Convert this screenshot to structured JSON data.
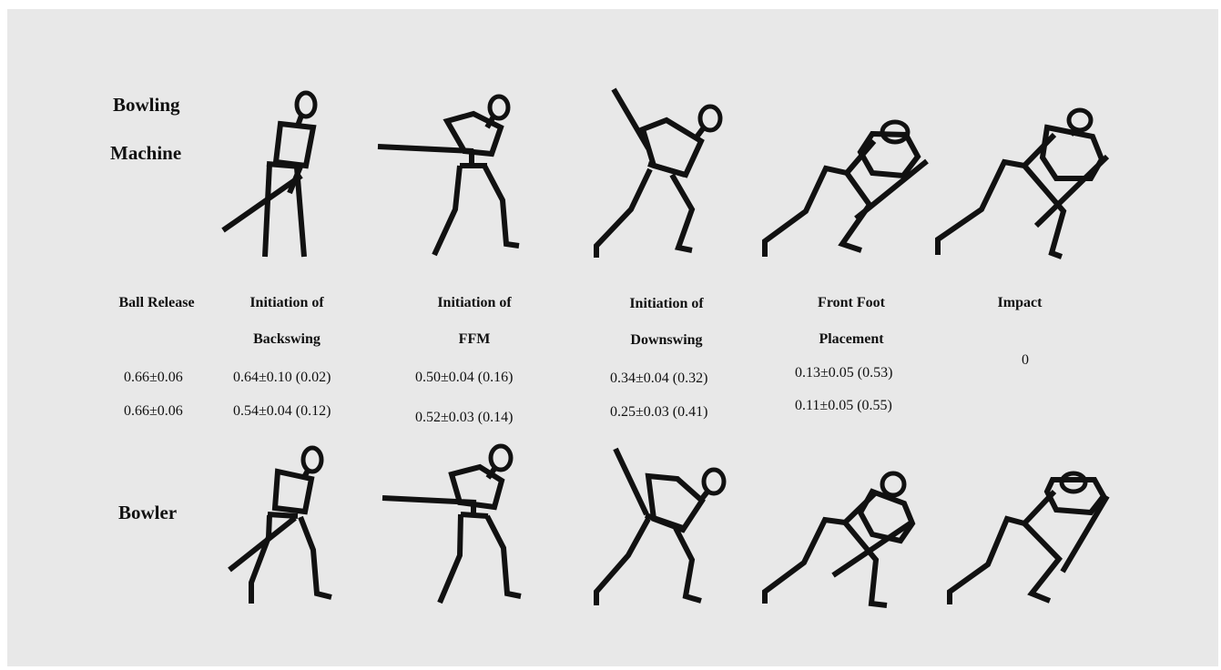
{
  "rows": {
    "machine_label_line1": "Bowling",
    "machine_label_line2": "Machine",
    "bowler_label": "Bowler"
  },
  "phases": [
    {
      "line1": "Ball Release",
      "line2": ""
    },
    {
      "line1": "Initiation of",
      "line2": "Backswing"
    },
    {
      "line1": "Initiation of",
      "line2": "FFM"
    },
    {
      "line1": "Initiation of",
      "line2": "Downswing"
    },
    {
      "line1": "Front Foot",
      "line2": "Placement"
    },
    {
      "line1": "Impact",
      "line2": ""
    }
  ],
  "values": {
    "machine": [
      "0.66±0.06",
      "0.64±0.10 (0.02)",
      "0.50±0.04 (0.16)",
      "0.34±0.04 (0.32)",
      "0.13±0.05 (0.53)",
      "0"
    ],
    "bowler": [
      "0.66±0.06",
      "0.54±0.04 (0.12)",
      "0.52±0.03 (0.14)",
      "0.25±0.03 (0.41)",
      "0.11±0.05 (0.55)"
    ]
  },
  "colors": {
    "panel": "#e8e8e8",
    "ink": "#111111"
  }
}
